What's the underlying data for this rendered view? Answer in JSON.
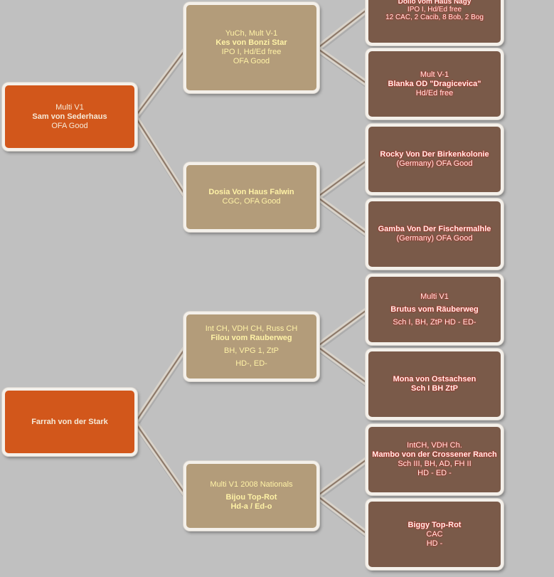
{
  "colors": {
    "background": "#c0c0c0",
    "generation1": "#d2571b",
    "generation2": "#b39c7a",
    "generation3": "#7a5a49",
    "connector": "#f4f0ea"
  },
  "pedigree": {
    "sire": {
      "lines": [
        "Multi V1",
        "Sam von Sederhaus",
        "OFA Good"
      ],
      "sire": {
        "lines": [
          "YuCh, Mult V-1",
          "Kes von Bonzi Star",
          "IPO I, Hd/Ed free",
          "OFA Good"
        ],
        "sire": {
          "lines": [
            "Dollo vom Haus Nagy",
            "IPO I, Hd/Ed free",
            "12 CAC, 2 Cacib, 8 Bob, 2 Bog"
          ]
        },
        "dam": {
          "lines": [
            "Mult V-1",
            "Blanka OD \"Dragicevica\"",
            "Hd/Ed free"
          ]
        }
      },
      "dam": {
        "lines": [
          "Dosia Von Haus Falwin",
          "CGC, OFA Good"
        ],
        "sire": {
          "lines": [
            "Rocky Von Der Birkenkolonie",
            "(Germany) OFA Good"
          ]
        },
        "dam": {
          "lines": [
            "Gamba Von Der Fischermalhle",
            "(Germany) OFA Good"
          ]
        }
      }
    },
    "dam": {
      "lines": [
        "Farrah von der Stark"
      ],
      "sire": {
        "lines": [
          "Int CH, VDH CH, Russ CH",
          "Filou vom Rauberweg",
          "BH, VPG 1, ZtP",
          "HD-, ED-"
        ],
        "sire": {
          "lines": [
            "Multi V1",
            "Brutus vom Räuberweg",
            "Sch I, BH, ZtP HD -  ED-"
          ]
        },
        "dam": {
          "lines": [
            "Mona von Ostsachsen",
            "Sch I BH ZtP"
          ]
        }
      },
      "dam": {
        "lines": [
          "Multi V1 2008 Nationals",
          "Bijou Top-Rot",
          "Hd-a / Ed-o"
        ],
        "sire": {
          "lines": [
            "IntCH, VDH Ch.",
            "Mambo von der Crossener Ranch",
            "Sch III, BH, AD, FH II",
            "HD -  ED -"
          ]
        },
        "dam": {
          "lines": [
            "Biggy Top-Rot",
            "CAC",
            "HD -"
          ]
        }
      }
    }
  }
}
